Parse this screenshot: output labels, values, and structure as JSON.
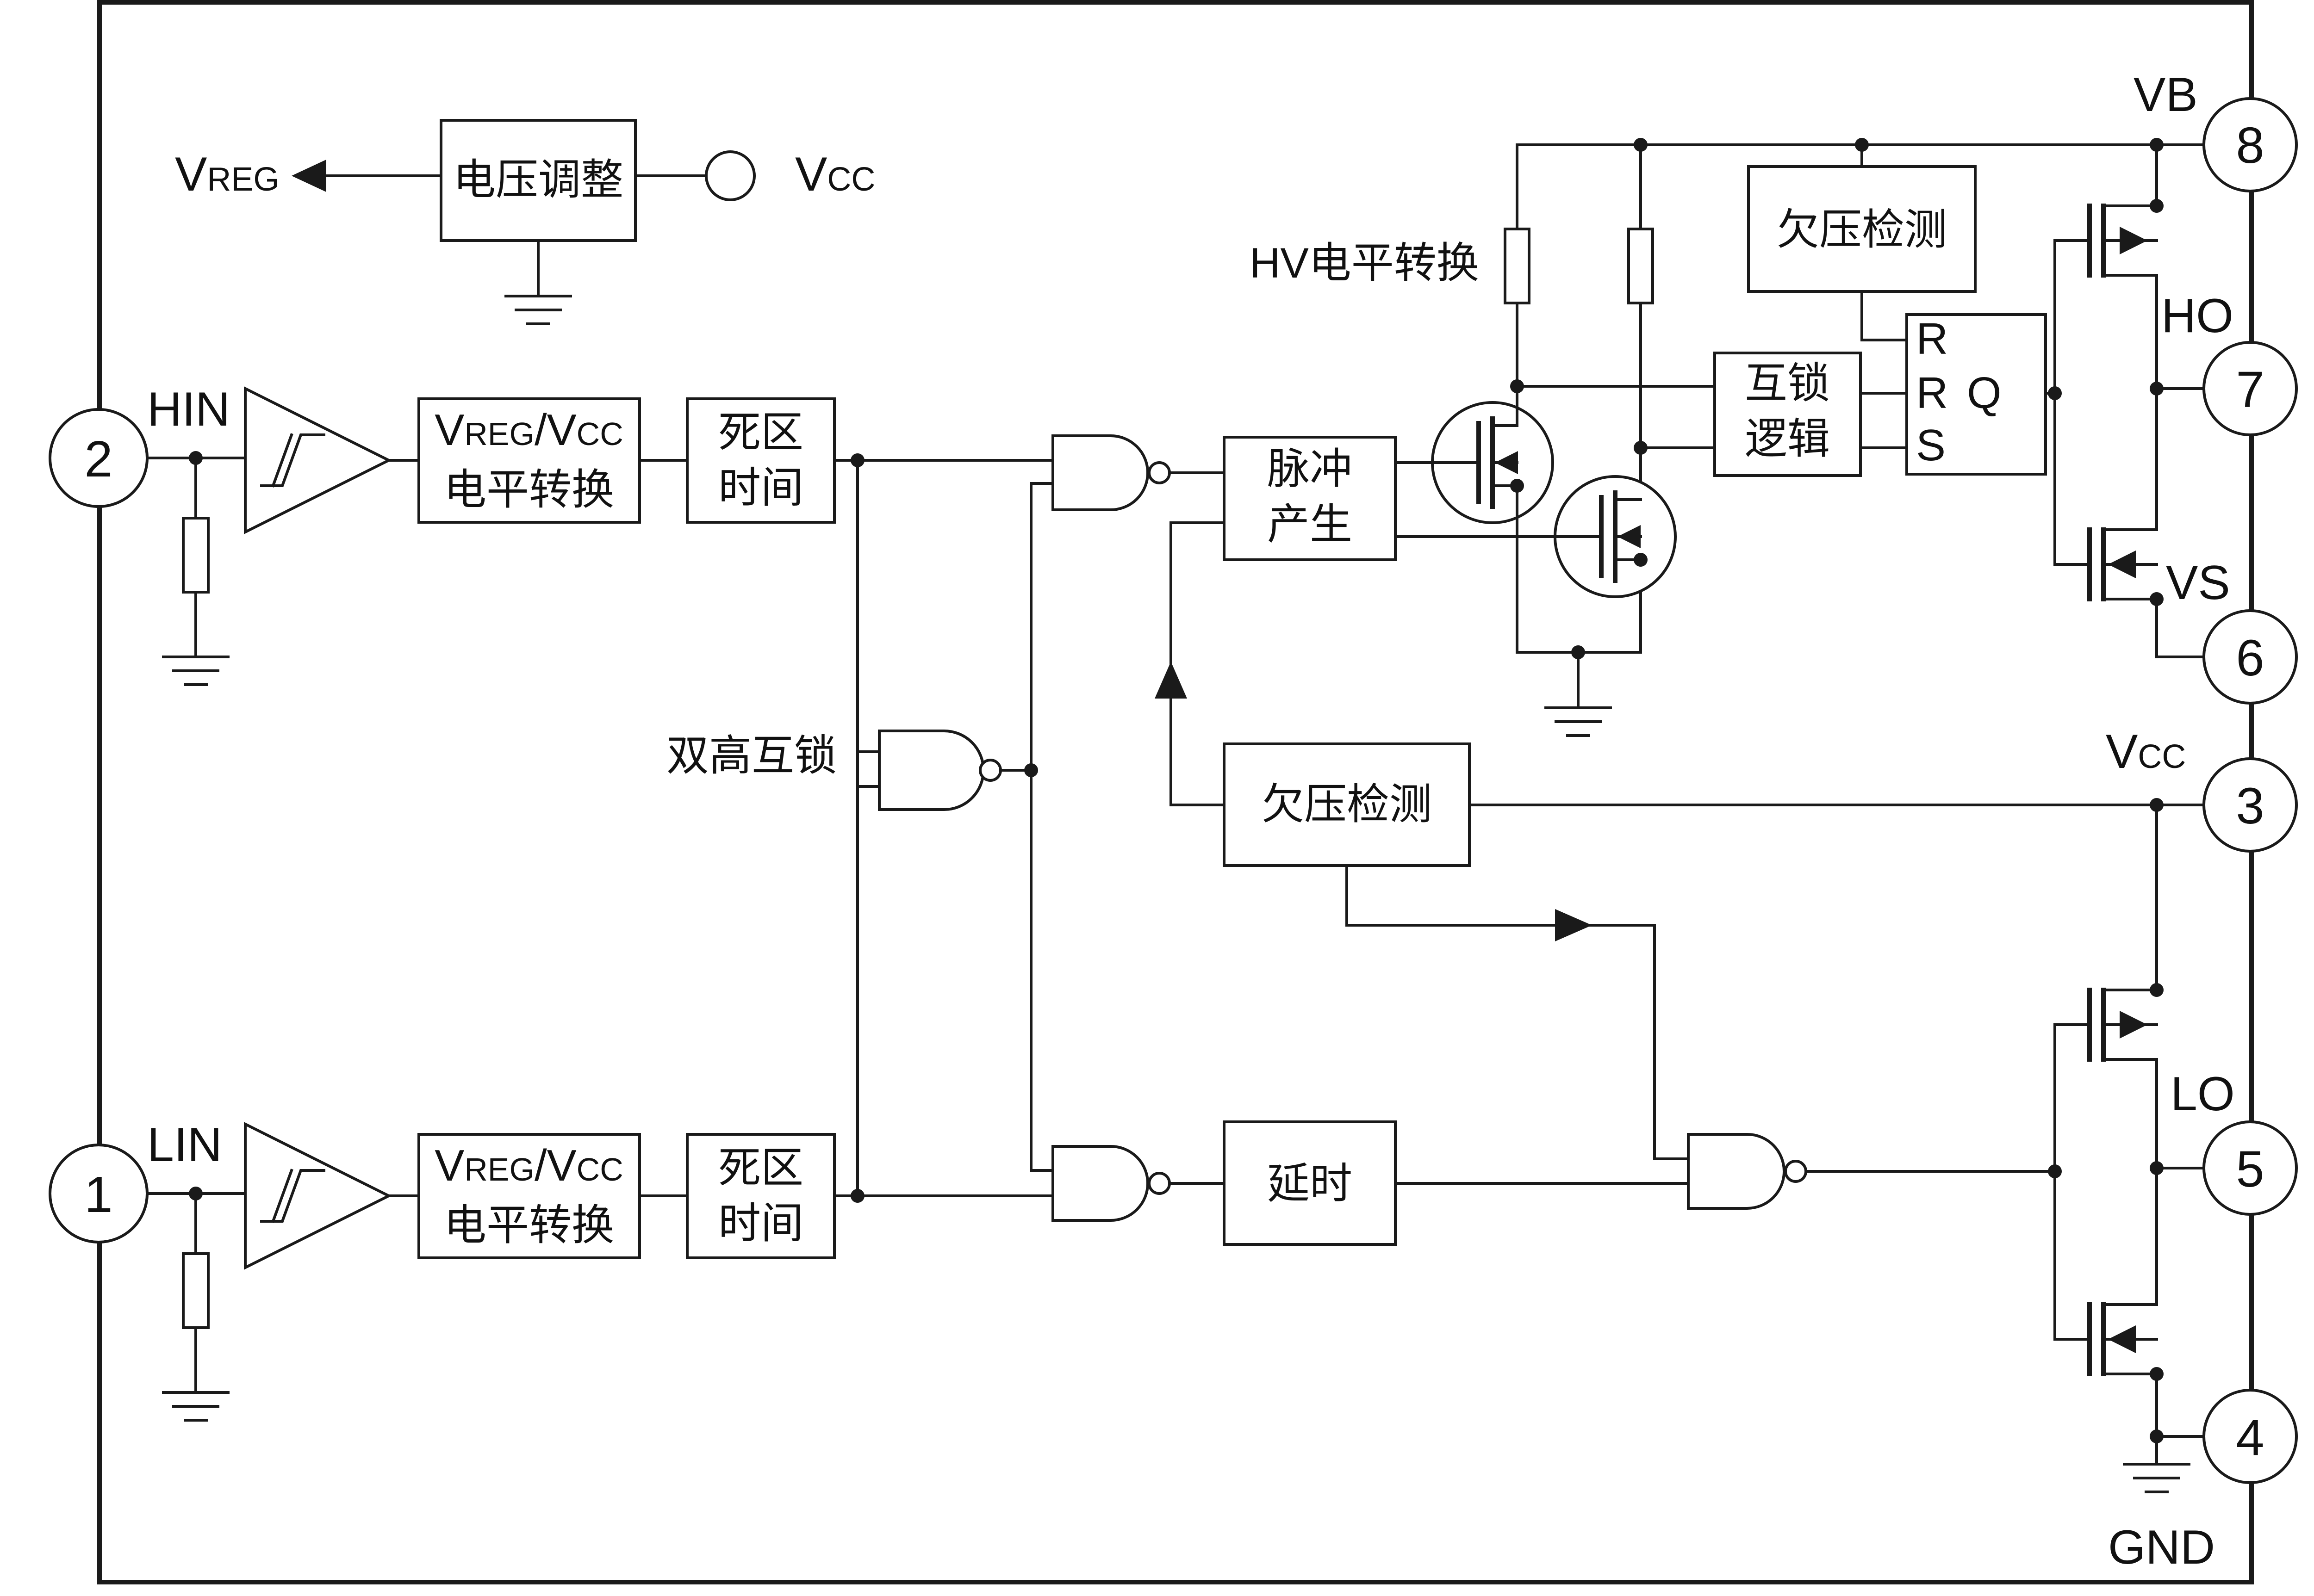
{
  "pins": {
    "p1": "1",
    "p2": "2",
    "p3": "3",
    "p4": "4",
    "p5": "5",
    "p6": "6",
    "p7": "7",
    "p8": "8"
  },
  "pin_labels": {
    "hin": "HIN",
    "lin": "LIN",
    "vb": "VB",
    "ho": "HO",
    "vs": "VS",
    "lo": "LO",
    "gnd": "GND",
    "vcc_main": "V",
    "vcc_main_sub": "CC"
  },
  "regulator": {
    "label": "电压调整",
    "out_main": "V",
    "out_sub": "REG",
    "in_main": "V",
    "in_sub": "CC"
  },
  "level_shift": {
    "line1_a": "V",
    "line1_b": "REG",
    "line1_c": "/V",
    "line1_d": "CC",
    "line2": "电平转换"
  },
  "deadtime": {
    "line1": "死区",
    "line2": "时间"
  },
  "interlock_label": "双高互锁",
  "pulse_gen": {
    "line1": "脉冲",
    "line2": "产生"
  },
  "hv_level_shift": "HV电平转换",
  "uv_detect_high": "欠压检测",
  "uv_detect_vcc": "欠压检测",
  "interlock_logic": {
    "line1": "互锁",
    "line2": "逻辑"
  },
  "latch": {
    "r1": "R",
    "r2": "R",
    "s": "S",
    "q": "Q"
  },
  "delay": "延时"
}
